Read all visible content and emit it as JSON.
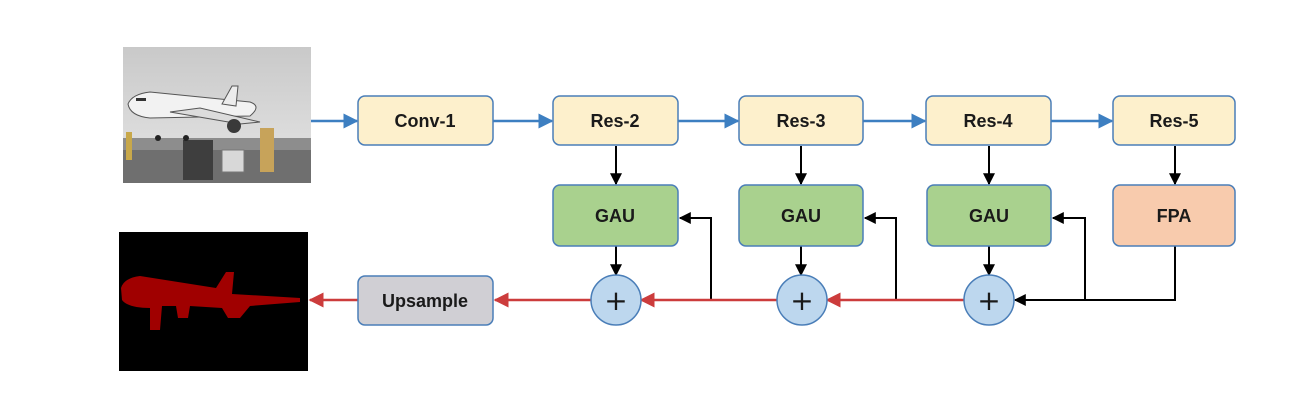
{
  "diagram": {
    "backbone": [
      {
        "id": "conv1",
        "label": "Conv-1"
      },
      {
        "id": "res2",
        "label": "Res-2"
      },
      {
        "id": "res3",
        "label": "Res-3"
      },
      {
        "id": "res4",
        "label": "Res-4"
      },
      {
        "id": "res5",
        "label": "Res-5"
      }
    ],
    "decoder": [
      {
        "id": "gau2",
        "label": "GAU"
      },
      {
        "id": "gau3",
        "label": "GAU"
      },
      {
        "id": "gau4",
        "label": "GAU"
      },
      {
        "id": "fpa",
        "label": "FPA"
      }
    ],
    "adders": [
      {
        "id": "add2",
        "label": "+"
      },
      {
        "id": "add3",
        "label": "+"
      },
      {
        "id": "add4",
        "label": "+"
      }
    ],
    "upsample": {
      "label": "Upsample"
    },
    "input_image": {
      "description_icon": "airplane-photo"
    },
    "output_image": {
      "description_icon": "segmentation-mask"
    }
  },
  "colors": {
    "backbone_fill": "#fdf0cc",
    "gau_fill": "#a9d18e",
    "fpa_fill": "#f8cbad",
    "upsample_fill": "#d0cfd4",
    "adder_fill": "#bdd7ee",
    "box_stroke": "#4a7eb8",
    "blue_arrow": "#3d7fc1",
    "red_arrow": "#cc3c3c",
    "black_arrow": "#000000",
    "mask_fg": "#a00000",
    "mask_bg": "#000000"
  }
}
